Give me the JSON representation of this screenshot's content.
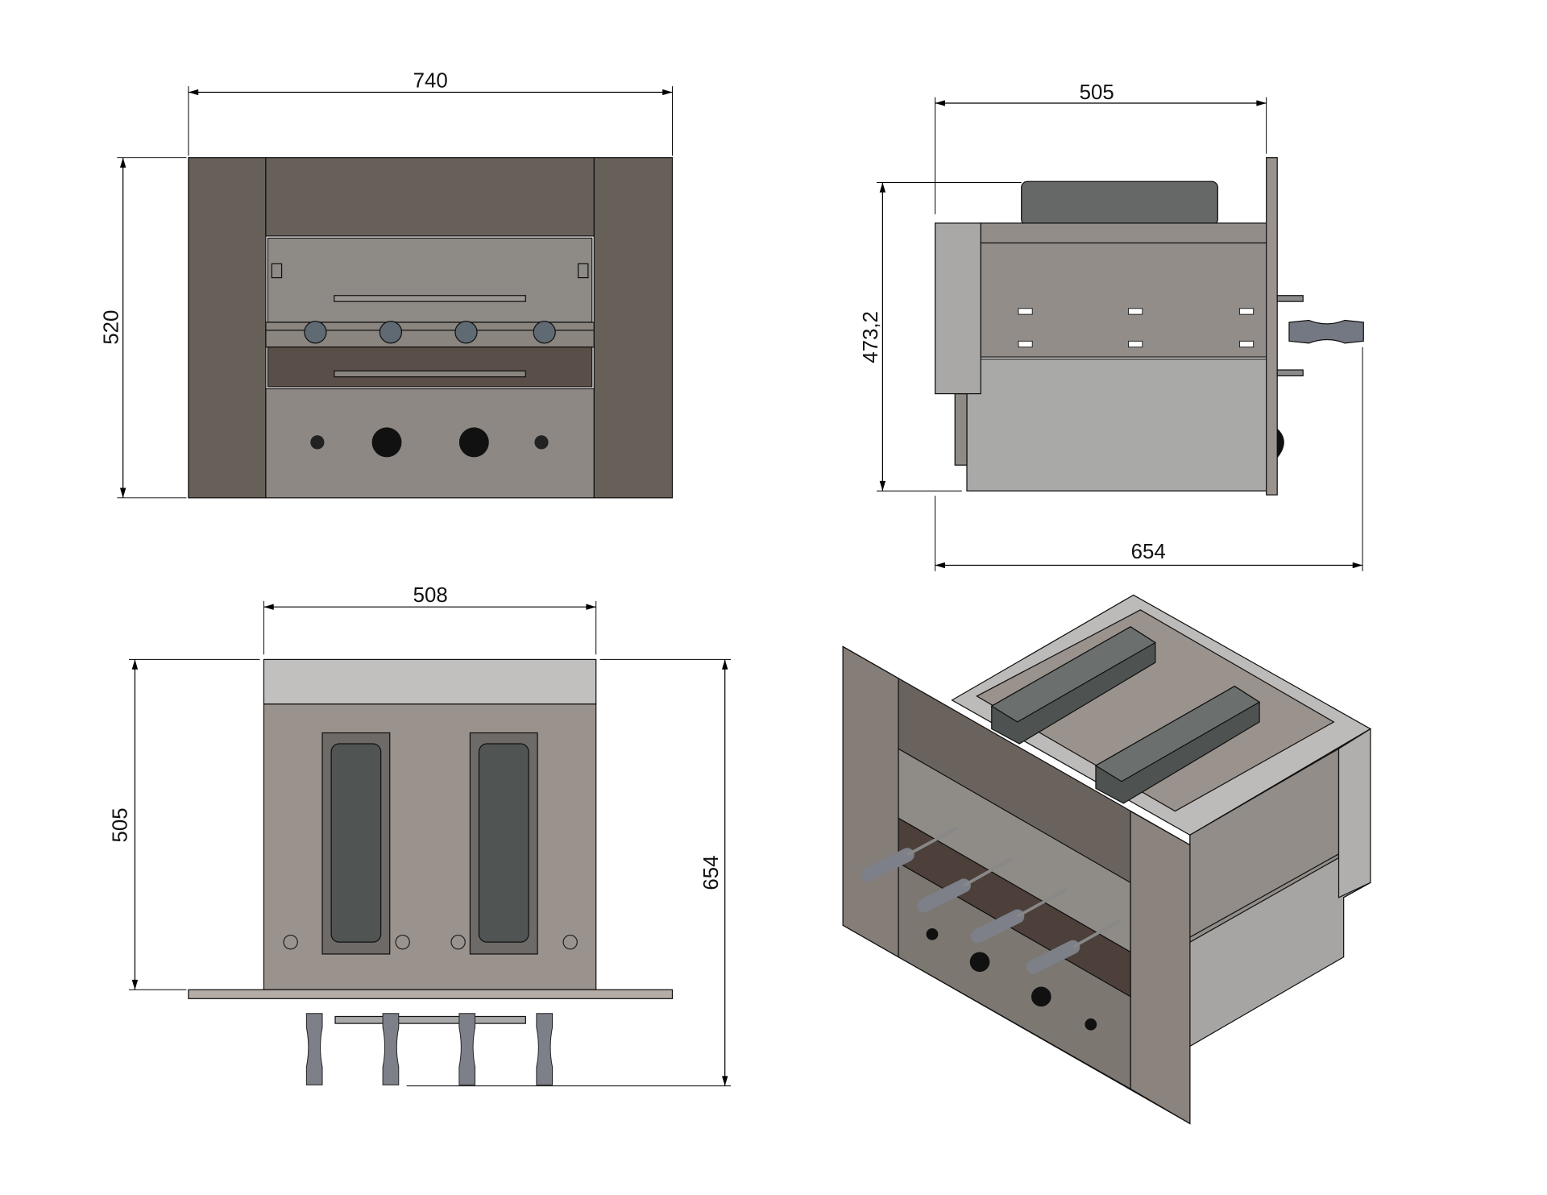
{
  "drawing": {
    "front_view": {
      "width_label": "740",
      "height_label": "520"
    },
    "side_view": {
      "depth_label": "505",
      "height_label": "473,2",
      "overall_depth_label": "654"
    },
    "top_view": {
      "width_label": "508",
      "depth_label": "505",
      "overall_depth_label": "654"
    },
    "isometric_view": {}
  },
  "colors": {
    "frame": "#676059",
    "steel_light": "#a9a8a6",
    "steel_mid": "#928d88",
    "motor": "#5f6362",
    "handle": "#7d8088"
  }
}
